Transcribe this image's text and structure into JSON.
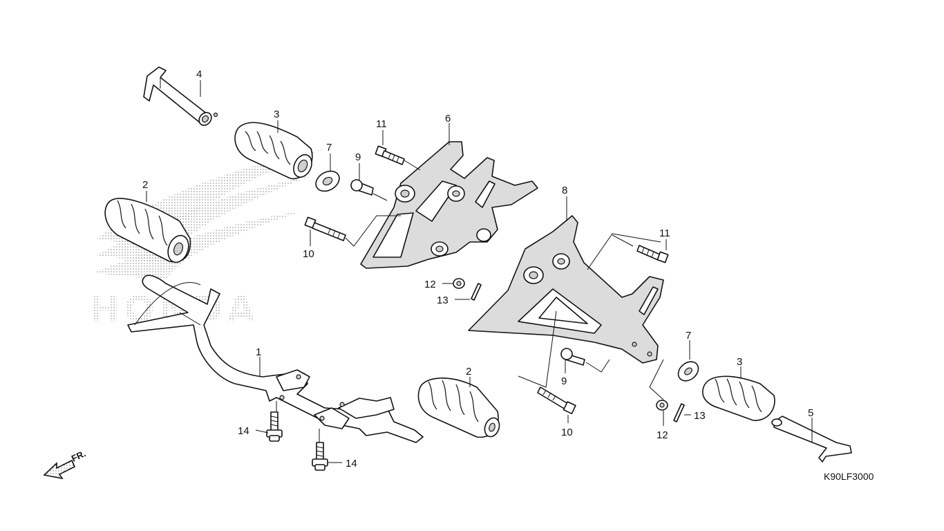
{
  "diagram": {
    "callouts": {
      "c1": "1",
      "c2a": "2",
      "c2b": "2",
      "c3a": "3",
      "c3b": "3",
      "c4": "4",
      "c5": "5",
      "c6": "6",
      "c7a": "7",
      "c7b": "7",
      "c8": "8",
      "c9a": "9",
      "c9b": "9",
      "c10a": "10",
      "c10b": "10",
      "c11a": "11",
      "c11b": "11",
      "c12a": "12",
      "c12b": "12",
      "c13a": "13",
      "c13b": "13",
      "c14a": "14",
      "c14b": "14"
    },
    "direction_label": "FR.",
    "diagram_code": "K90LF3000",
    "watermark": "HONDA"
  }
}
